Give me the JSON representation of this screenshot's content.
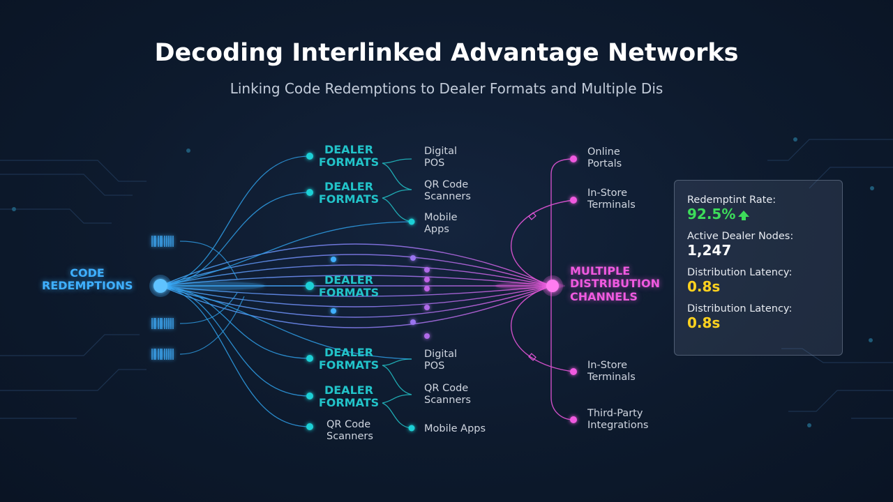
{
  "header": {
    "title": "Decoding Interlinked Advantage Networks",
    "subtitle": "Linking Code Redemptions to Dealer Formats and Multiple Dis"
  },
  "source": {
    "label_line1": "CODE",
    "label_line2": "REDEMPTIONS"
  },
  "dealer_nodes": [
    {
      "line1": "DEALER",
      "line2": "FORMATS"
    },
    {
      "line1": "DEALER",
      "line2": "FORMATS"
    },
    {
      "line1": "DEALER",
      "line2": "FORMATS"
    },
    {
      "line1": "DEALER",
      "line2": "FORMATS"
    },
    {
      "line1": "DEALER",
      "line2": "FORMATS"
    }
  ],
  "bottom_left_leaf": {
    "line1": "QR Code",
    "line2": "Scanners"
  },
  "top_leaves": [
    {
      "line1": "Digital",
      "line2": "POS"
    },
    {
      "line1": "QR Code",
      "line2": "Scanners"
    },
    {
      "line1": "Mobile",
      "line2": "Apps"
    }
  ],
  "bottom_leaves": [
    {
      "line1": "Digital",
      "line2": "POS"
    },
    {
      "line1": "QR Code",
      "line2": "Scanners"
    },
    {
      "line1": "Mobile Apps",
      "line2": ""
    }
  ],
  "hub": {
    "line1": "MULTIPLE",
    "line2": "DISTRIBUTION",
    "line3": "CHANNELS"
  },
  "channels": [
    {
      "line1": "Online",
      "line2": "Portals"
    },
    {
      "line1": "In-Store",
      "line2": "Terminals"
    },
    {
      "line1": "In-Store",
      "line2": "Terminals"
    },
    {
      "line1": "Third-Party",
      "line2": "Integrations"
    }
  ],
  "stats": [
    {
      "label": "Redemptint Rate:",
      "value": "92.5%",
      "trend": "up"
    },
    {
      "label": "Active Dealer Nodes:",
      "value": "1,247"
    },
    {
      "label": "Distribution Latency:",
      "value": "0.8s"
    },
    {
      "label": "Distribution Latency:",
      "value": "0.8s"
    }
  ],
  "colors": {
    "source": "#3fb0ff",
    "dealer": "#22c3c9",
    "hub": "#f05ae0",
    "trend_up": "#3ddc5a",
    "highlight": "#ffd21f"
  }
}
